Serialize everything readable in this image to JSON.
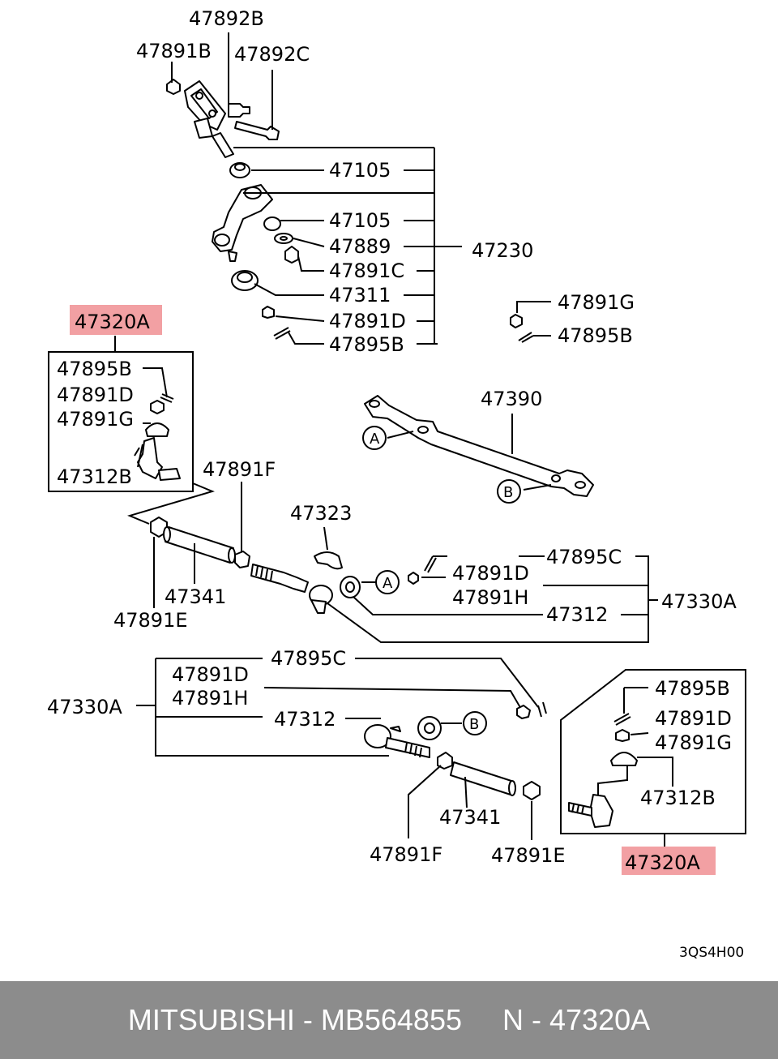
{
  "labels": {
    "l47892B": "47892B",
    "l47891B": "47891B",
    "l47892C": "47892C",
    "l47105a": "47105",
    "l47105b": "47105",
    "l47889": "47889",
    "l47891C": "47891C",
    "l47311": "47311",
    "l47891D_top": "47891D",
    "l47895B_top": "47895B",
    "l47230": "47230",
    "l47891G_right": "47891G",
    "l47895B_right": "47895B",
    "l47320A_left": "47320A",
    "l47895B_box": "47895B",
    "l47891D_box": "47891D",
    "l47891G_box": "47891G",
    "l47312B_box": "47312B",
    "l47390": "47390",
    "l47891F_mid": "47891F",
    "l47323": "47323",
    "l47341_mid": "47341",
    "l47891E_mid": "47891E",
    "l47895C_mid": "47895C",
    "l47891D_mid": "47891D",
    "l47891H_mid": "47891H",
    "l47312_mid": "47312",
    "l47330A_mid": "47330A",
    "l47895C_low": "47895C",
    "l47891D_low": "47891D",
    "l47891H_low": "47891H",
    "l47330A_low": "47330A",
    "l47312_low": "47312",
    "l47341_low": "47341",
    "l47891F_low": "47891F",
    "l47891E_low": "47891E",
    "l47895B_rbox": "47895B",
    "l47891D_rbox": "47891D",
    "l47891G_rbox": "47891G",
    "l47312B_rbox": "47312B",
    "l47320A_right": "47320A",
    "code": "3QS4H00"
  },
  "circles": {
    "a1": "A",
    "b1": "B",
    "a2": "A",
    "b2": "B"
  },
  "footer": {
    "brand": "MITSUBISHI",
    "sep1": " - ",
    "part_number": "MB564855",
    "gap": "     ",
    "n_label": "N",
    "sep2": " - ",
    "ref": "47320A"
  },
  "colors": {
    "highlight": "#f2a0a3",
    "footer_bg": "#8c8c8c",
    "footer_text": "#ffffff"
  }
}
